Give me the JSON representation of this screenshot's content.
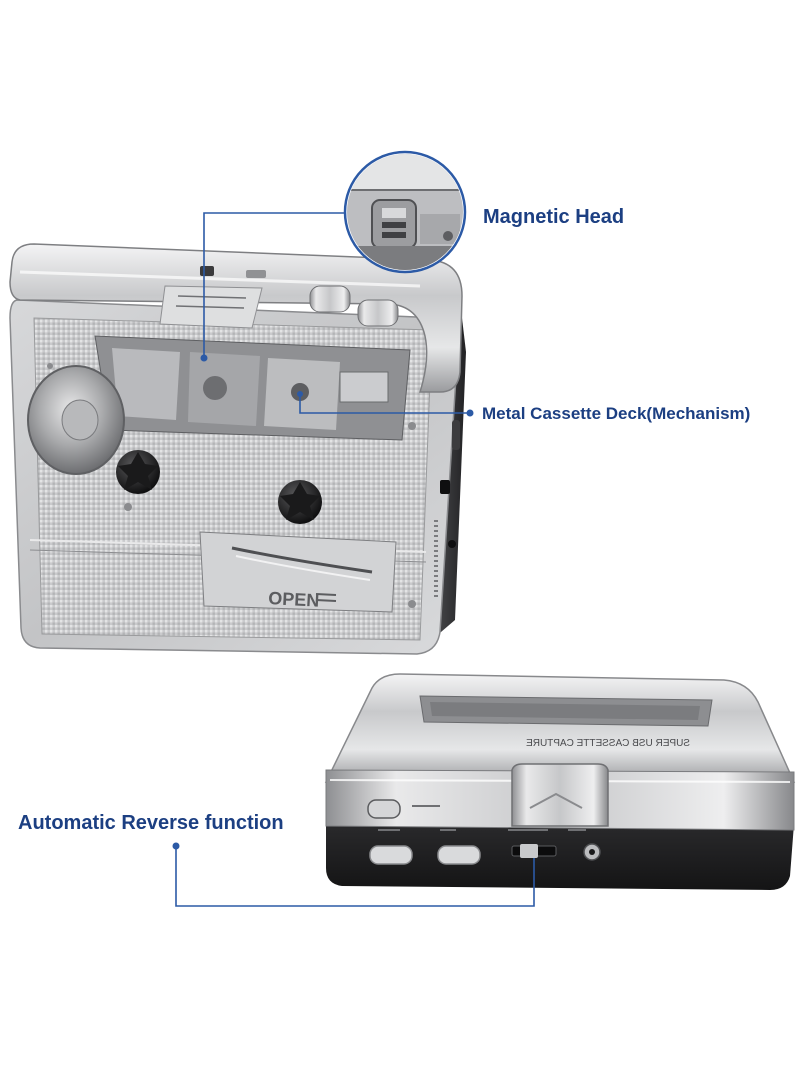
{
  "callouts": {
    "magnetic_head": "Magnetic Head",
    "metal_cassette_deck": "Metal Cassette Deck(Mechanism)",
    "automatic_reverse": "Automatic Reverse function"
  },
  "product_markings": {
    "door_label": "OPEN",
    "top_label_mirrored": "SUPER USB CASSETTE CAPTURE"
  },
  "colors": {
    "callout_text": "#1c3f82",
    "leader_line": "#2c5aa6",
    "background": "#ffffff",
    "chrome_silver": "#c9cacc"
  }
}
